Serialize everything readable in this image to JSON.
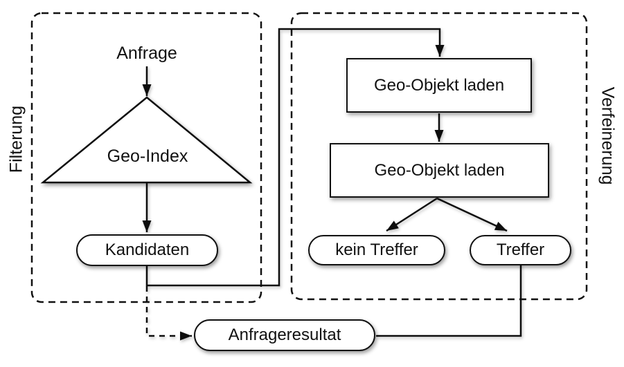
{
  "diagram": {
    "background_color": "#ffffff",
    "line_color": "#111111",
    "shape_fill": "#ffffff",
    "groups": {
      "filterung": {
        "label": "Filterung",
        "border_style": "dashed"
      },
      "verfeinerung": {
        "label": "Verfeinerung",
        "border_style": "dashed"
      }
    },
    "nodes": {
      "anfrage": {
        "label": "Anfrage",
        "shape": "text"
      },
      "geo_index": {
        "label": "Geo-Index",
        "shape": "triangle"
      },
      "kandidaten": {
        "label": "Kandidaten",
        "shape": "pill"
      },
      "geo_objekt_laden_1": {
        "label": "Geo-Objekt laden",
        "shape": "rect"
      },
      "geo_objekt_laden_2": {
        "label": "Geo-Objekt laden",
        "shape": "rect"
      },
      "kein_treffer": {
        "label": "kein Treffer",
        "shape": "pill"
      },
      "treffer": {
        "label": "Treffer",
        "shape": "pill"
      },
      "anfrageresultat": {
        "label": "Anfrageresultat",
        "shape": "pill"
      }
    },
    "edges": [
      {
        "from": "anfrage",
        "to": "geo_index",
        "style": "solid",
        "arrow": true
      },
      {
        "from": "geo_index",
        "to": "kandidaten",
        "style": "solid",
        "arrow": true
      },
      {
        "from": "kandidaten",
        "to": "geo_objekt_laden_1",
        "style": "solid",
        "arrow": true
      },
      {
        "from": "geo_objekt_laden_1",
        "to": "geo_objekt_laden_2",
        "style": "solid",
        "arrow": true
      },
      {
        "from": "geo_objekt_laden_2",
        "to": "kein_treffer",
        "style": "solid",
        "arrow": true
      },
      {
        "from": "geo_objekt_laden_2",
        "to": "treffer",
        "style": "solid",
        "arrow": true
      },
      {
        "from": "treffer",
        "to": "anfrageresultat",
        "style": "solid",
        "arrow": false
      },
      {
        "from": "kandidaten",
        "to": "anfrageresultat",
        "style": "dashed",
        "arrow": true
      }
    ]
  }
}
